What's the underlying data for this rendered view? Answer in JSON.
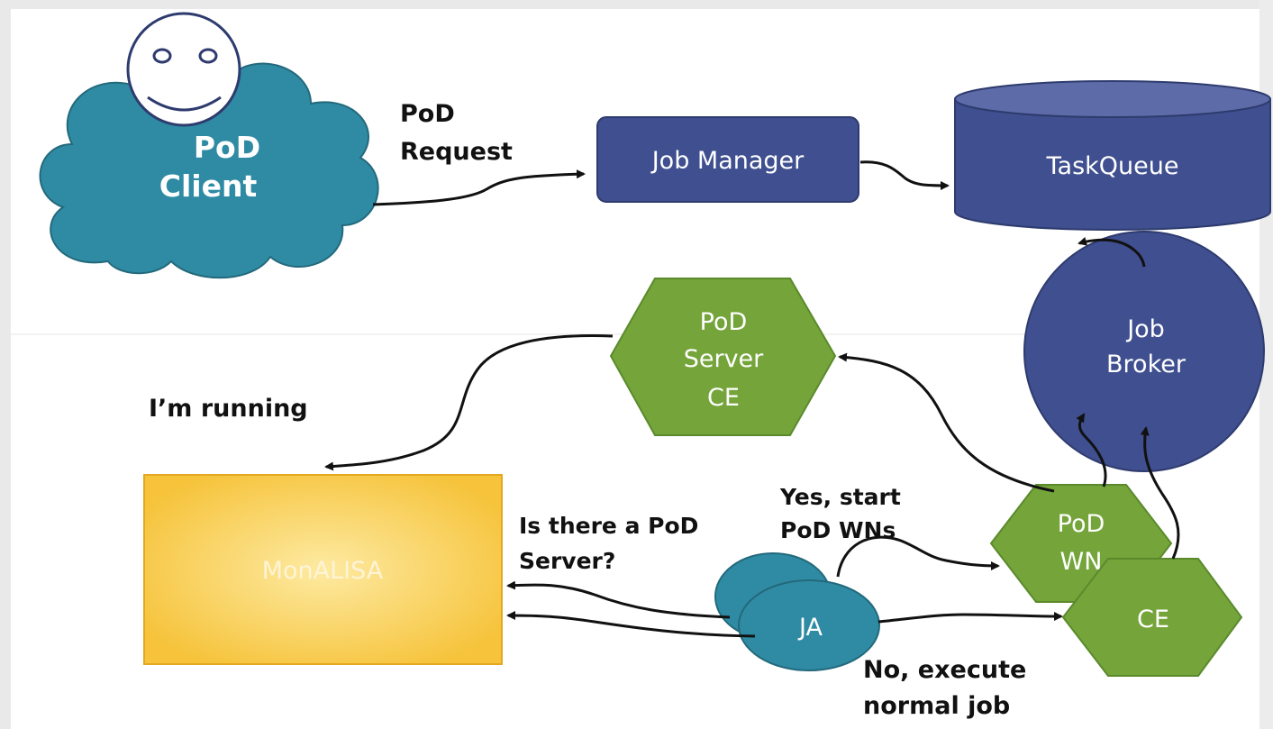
{
  "nodes": {
    "client": {
      "line1": "PoD",
      "line2": "Client"
    },
    "job_manager": {
      "label": "Job Manager"
    },
    "task_queue": {
      "label": "TaskQueue"
    },
    "job_broker": {
      "line1": "Job",
      "line2": "Broker"
    },
    "pod_server": {
      "line1": "PoD",
      "line2": "Server",
      "line3": "CE"
    },
    "monalisa": {
      "label": "MonALISA"
    },
    "ja": {
      "label": "JA"
    },
    "pod_wn": {
      "line1": "PoD",
      "line2": "WN"
    },
    "ce": {
      "label": "CE"
    }
  },
  "labels": {
    "pod_request": {
      "line1": "PoD",
      "line2": "Request"
    },
    "im_running": "I’m running",
    "is_there_server": {
      "line1": "Is there a PoD",
      "line2": "Server?"
    },
    "yes_start": {
      "line1": "Yes, start",
      "line2": "PoD WNs"
    },
    "no_execute": {
      "line1": "No,  execute",
      "line2": "normal job"
    }
  },
  "colors": {
    "navy": "#3f4f8f",
    "navy_dark": "#2e3b6e",
    "green": "#74a43a",
    "green_dark": "#5b8a2c",
    "teal": "#2f8ba3",
    "yellow": "#f9c63a",
    "face": "#ffffff"
  }
}
